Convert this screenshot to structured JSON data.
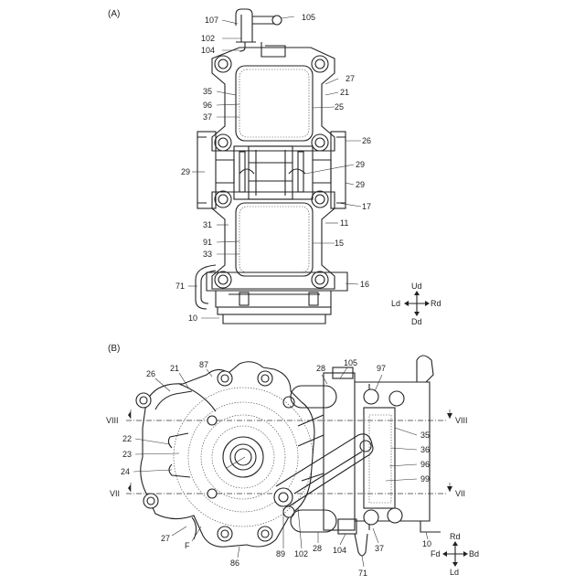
{
  "figures": {
    "a": {
      "label": "(A)",
      "refs": {
        "r107": "107",
        "r105": "105",
        "r102": "102",
        "r104": "104",
        "r27": "27",
        "r35": "35",
        "r21": "21",
        "r96": "96",
        "r25": "25",
        "r37": "37",
        "r26": "26",
        "r29a": "29",
        "r29b": "29",
        "r29c": "29",
        "r17": "17",
        "r31": "31",
        "r11": "11",
        "r91": "91",
        "r15": "15",
        "r33": "33",
        "r71": "71",
        "r16": "16",
        "r10": "10"
      },
      "compass": {
        "up": "Ud",
        "down": "Dd",
        "left": "Ld",
        "right": "Rd"
      }
    },
    "b": {
      "label": "(B)",
      "refs": {
        "r26": "26",
        "r21": "21",
        "r87": "87",
        "r28a": "28",
        "r105": "105",
        "r97": "97",
        "r22": "22",
        "r23": "23",
        "r24": "24",
        "r35": "35",
        "r36": "36",
        "r96": "96",
        "r99": "99",
        "r27": "27",
        "rF": "F",
        "r86": "86",
        "r89": "89",
        "r102": "102",
        "r28b": "28",
        "r104": "104",
        "r37": "37",
        "r10": "10",
        "r71": "71"
      },
      "section_marks": {
        "viii_l": "VIII",
        "viii_r": "VIII",
        "vii_l": "VII",
        "vii_r": "VII"
      },
      "compass": {
        "up": "Rd",
        "down": "Ld",
        "left": "Fd",
        "right": "Bd"
      }
    }
  }
}
